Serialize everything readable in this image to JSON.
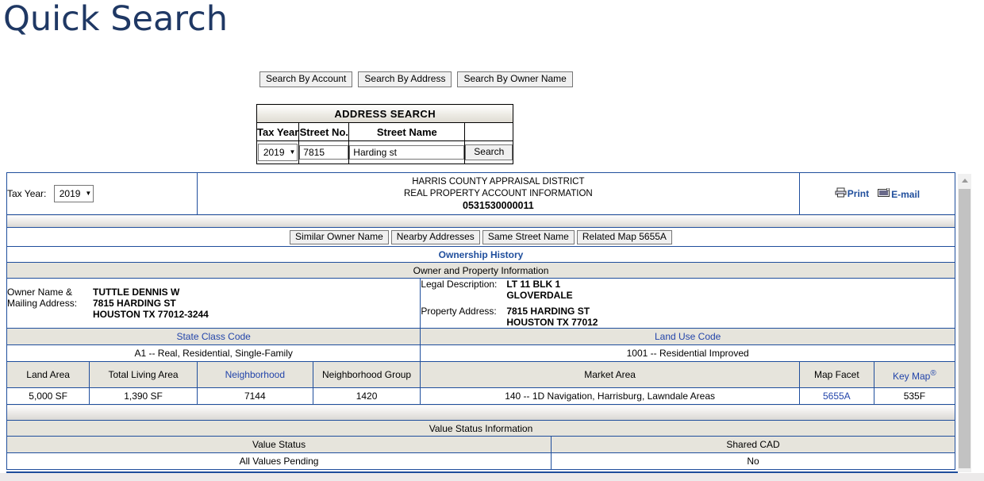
{
  "page": {
    "title": "Quick Search",
    "title_color": "#1F3864"
  },
  "mode_buttons": [
    {
      "label": "Search By Account",
      "name": "search-by-account-button"
    },
    {
      "label": "Search By Address",
      "name": "search-by-address-button"
    },
    {
      "label": "Search By Owner Name",
      "name": "search-by-owner-name-button"
    }
  ],
  "address_search": {
    "title": "ADDRESS SEARCH",
    "headers": [
      "Tax Year",
      "Street No.",
      "Street Name",
      ""
    ],
    "tax_year_value": "2019",
    "tax_year_caret": "▼",
    "street_no_value": "7815",
    "street_no_placeholder": "",
    "street_name_value": "Harding st",
    "street_name_placeholder": "",
    "search_button_label": "Search"
  },
  "account": {
    "tax_year_label": "Tax Year:",
    "tax_year_value": "2019",
    "tax_year_caret": "▼",
    "district_line1": "HARRIS COUNTY APPRAISAL DISTRICT",
    "district_line2": "REAL PROPERTY ACCOUNT INFORMATION",
    "account_number": "0531530000011",
    "print_label": "Print",
    "print_icon": "printer-icon",
    "email_label": "E-mail",
    "email_icon": "envelope-icon"
  },
  "nav_buttons": [
    {
      "label": "Similar Owner Name",
      "name": "similar-owner-name-button"
    },
    {
      "label": "Nearby Addresses",
      "name": "nearby-addresses-button"
    },
    {
      "label": "Same Street Name",
      "name": "same-street-name-button"
    },
    {
      "label": "Related Map 5655A",
      "name": "related-map-button"
    }
  ],
  "ownership_history_link": "Ownership History",
  "owner_section": {
    "band_title": "Owner and Property Information",
    "owner_label": "Owner Name &\nMailing Address:",
    "owner_value": "TUTTLE DENNIS W\n7815 HARDING ST\nHOUSTON TX 77012-3244",
    "legal_label": "Legal Description:",
    "legal_value": "LT 11 BLK 1\nGLOVERDALE",
    "property_label": "Property Address:",
    "property_value": "7815 HARDING ST\nHOUSTON TX 77012"
  },
  "class_codes": {
    "state_class_header": "State Class Code",
    "state_class_value": "A1 -- Real, Residential, Single-Family",
    "land_use_header": "Land Use Code",
    "land_use_value": "1001 -- Residential Improved"
  },
  "area_table": {
    "headers": [
      "Land Area",
      "Total Living Area",
      "Neighborhood",
      "Neighborhood Group",
      "Market Area",
      "Map Facet",
      "Key Map"
    ],
    "key_map_sup": "®",
    "values": [
      "5,000 SF",
      "1,390 SF",
      "7144",
      "1420",
      "140 -- 1D Navigation, Harrisburg, Lawndale Areas",
      "5655A",
      "535F"
    ]
  },
  "value_status": {
    "band_title": "Value Status Information",
    "headers": [
      "Value Status",
      "Shared CAD"
    ],
    "values": [
      "All Values Pending",
      "No"
    ]
  },
  "colors": {
    "border_blue": "#1F4E9C",
    "link_blue": "#2244AA",
    "header_bg": "#E6E4DC"
  }
}
